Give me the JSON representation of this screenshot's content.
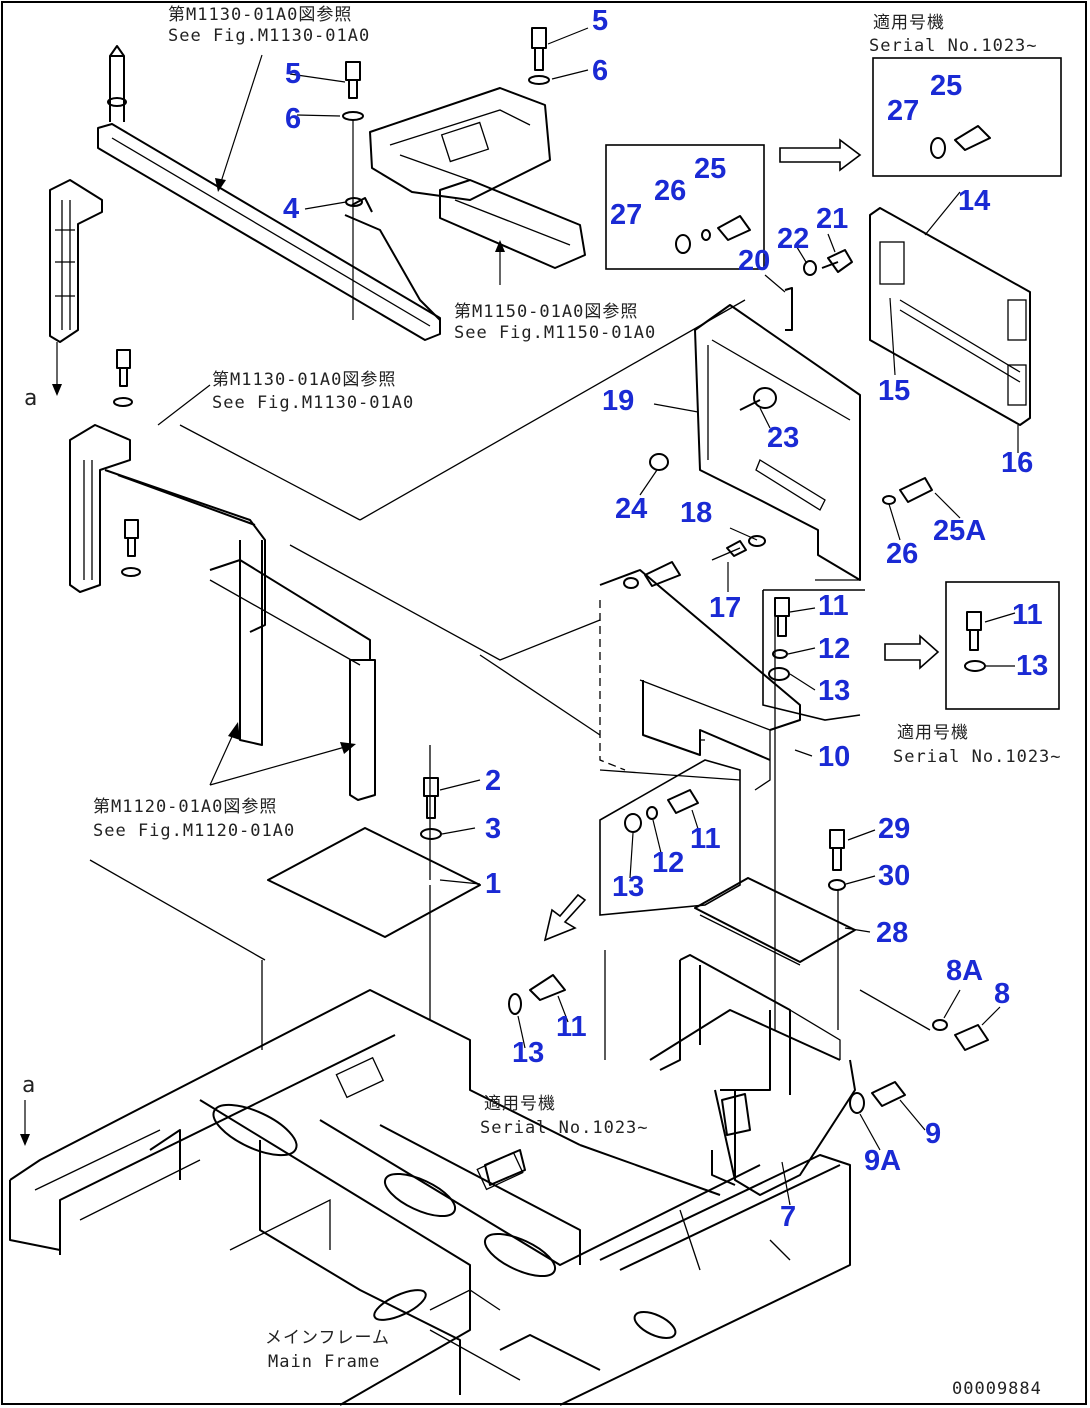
{
  "callouts": {
    "c5a": "5",
    "c6a": "6",
    "c5b": "5",
    "c6b": "6",
    "c4": "4",
    "c27a": "27",
    "c25a": "25",
    "c14": "14",
    "c27b": "27",
    "c26a": "26",
    "c25b": "25",
    "c21": "21",
    "c22": "22",
    "c20": "20",
    "c19": "19",
    "c15": "15",
    "c23": "23",
    "c16": "16",
    "c24": "24",
    "c18": "18",
    "c25A": "25A",
    "c26b": "26",
    "c17": "17",
    "c11a": "11",
    "c12a": "12",
    "c13a": "13",
    "c11b": "11",
    "c13b": "13",
    "c10": "10",
    "c2": "2",
    "c3": "3",
    "c1": "1",
    "c11c": "11",
    "c12b": "12",
    "c13c": "13",
    "c29": "29",
    "c30": "30",
    "c28": "28",
    "c8A": "8A",
    "c8": "8",
    "c11d": "11",
    "c13d": "13",
    "c9": "9",
    "c9A": "9A",
    "c7": "7"
  },
  "references": {
    "ref1_jp": "第M1130-01A0図参照",
    "ref1_en": "See Fig.M1130-01A0",
    "ref2_jp": "第M1150-01A0図参照",
    "ref2_en": "See Fig.M1150-01A0",
    "ref3_jp": "第M1130-01A0図参照",
    "ref3_en": "See Fig.M1130-01A0",
    "ref4_jp": "第M1120-01A0図参照",
    "ref4_en": "See Fig.M1120-01A0"
  },
  "serials": {
    "s1_jp": "適用号機",
    "s1_en": "Serial No.1023~",
    "s2_jp": "適用号機",
    "s2_en": "Serial No.1023~",
    "s3_jp": "適用号機",
    "s3_en": "Serial No.1023~"
  },
  "labels": {
    "marker_a_top": "a",
    "marker_a_bottom": "a",
    "main_frame_jp": "メインフレーム",
    "main_frame_en": "Main Frame",
    "drawing_number": "00009884"
  }
}
